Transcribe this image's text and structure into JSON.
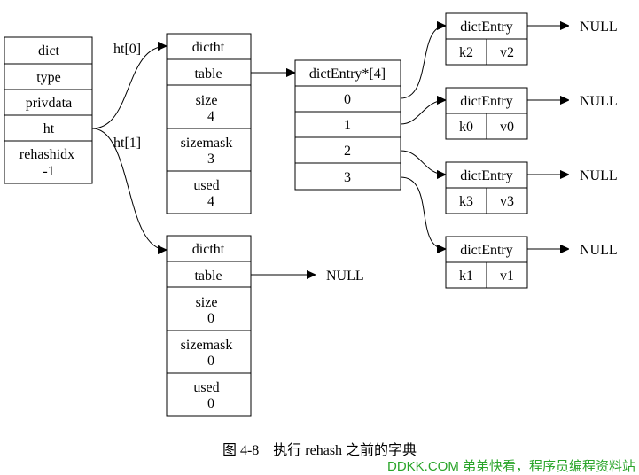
{
  "dict": {
    "rows": [
      "dict",
      "type",
      "privdata",
      "ht"
    ],
    "rehashidx_label": "rehashidx",
    "rehashidx_value": "-1"
  },
  "ht_labels": [
    "ht[0]",
    "ht[1]"
  ],
  "ht0": {
    "title": "dictht",
    "table": "table",
    "fields": [
      {
        "name": "size",
        "value": "4"
      },
      {
        "name": "sizemask",
        "value": "3"
      },
      {
        "name": "used",
        "value": "4"
      }
    ]
  },
  "ht1": {
    "title": "dictht",
    "table": "table",
    "table_target": "NULL",
    "fields": [
      {
        "name": "size",
        "value": "0"
      },
      {
        "name": "sizemask",
        "value": "0"
      },
      {
        "name": "used",
        "value": "0"
      }
    ]
  },
  "table_array": {
    "title": "dictEntry*[4]",
    "slots": [
      "0",
      "1",
      "2",
      "3"
    ]
  },
  "entries": [
    {
      "title": "dictEntry",
      "key": "k2",
      "val": "v2",
      "next": "NULL"
    },
    {
      "title": "dictEntry",
      "key": "k0",
      "val": "v0",
      "next": "NULL"
    },
    {
      "title": "dictEntry",
      "key": "k3",
      "val": "v3",
      "next": "NULL"
    },
    {
      "title": "dictEntry",
      "key": "k1",
      "val": "v1",
      "next": "NULL"
    }
  ],
  "caption": {
    "figure": "图 4-8",
    "text": "执行 rehash 之前的字典"
  },
  "watermark": "DDKK.COM 弟弟快看，程序员编程资料站"
}
